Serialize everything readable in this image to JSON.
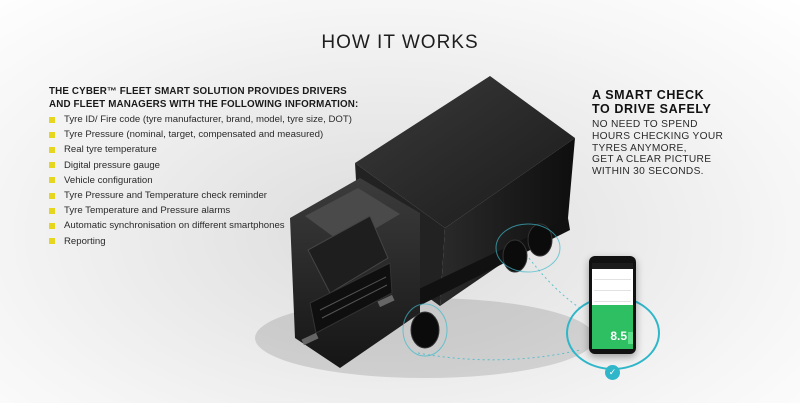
{
  "header": {
    "title": "HOW IT WORKS"
  },
  "intro": {
    "lines": [
      "THE CYBER™ FLEET SMART SOLUTION PROVIDES DRIVERS",
      "AND FLEET MANAGERS WITH THE FOLLOWING INFORMATION:"
    ]
  },
  "features": [
    "Tyre ID/ Fire code (tyre manufacturer, brand, model, tyre size, DOT)",
    "Tyre Pressure (nominal, target, compensated and measured)",
    "Real tyre temperature",
    "Digital pressure gauge",
    "Vehicle configuration",
    "Tyre Pressure and Temperature check reminder",
    "Tyre Temperature and Pressure alarms",
    "Automatic synchronisation on different smartphones",
    "Reporting"
  ],
  "smart_check": {
    "heading_lines": [
      "A SMART CHECK",
      "TO DRIVE SAFELY"
    ],
    "body_lines": [
      "NO NEED TO SPEND",
      "HOURS CHECKING YOUR",
      "TYRES ANYMORE,",
      "GET A CLEAR PICTURE",
      "WITHIN 30 SECONDS."
    ]
  },
  "phone": {
    "gauge_value": "8.5"
  },
  "icons": {
    "bullet": "square-bullet-icon",
    "check": "checkmark-icon",
    "truck": "truck-illustration"
  },
  "colors": {
    "bullet": "#e6d61d",
    "accent": "#2fb6c9",
    "gauge": "#2dbf61"
  }
}
